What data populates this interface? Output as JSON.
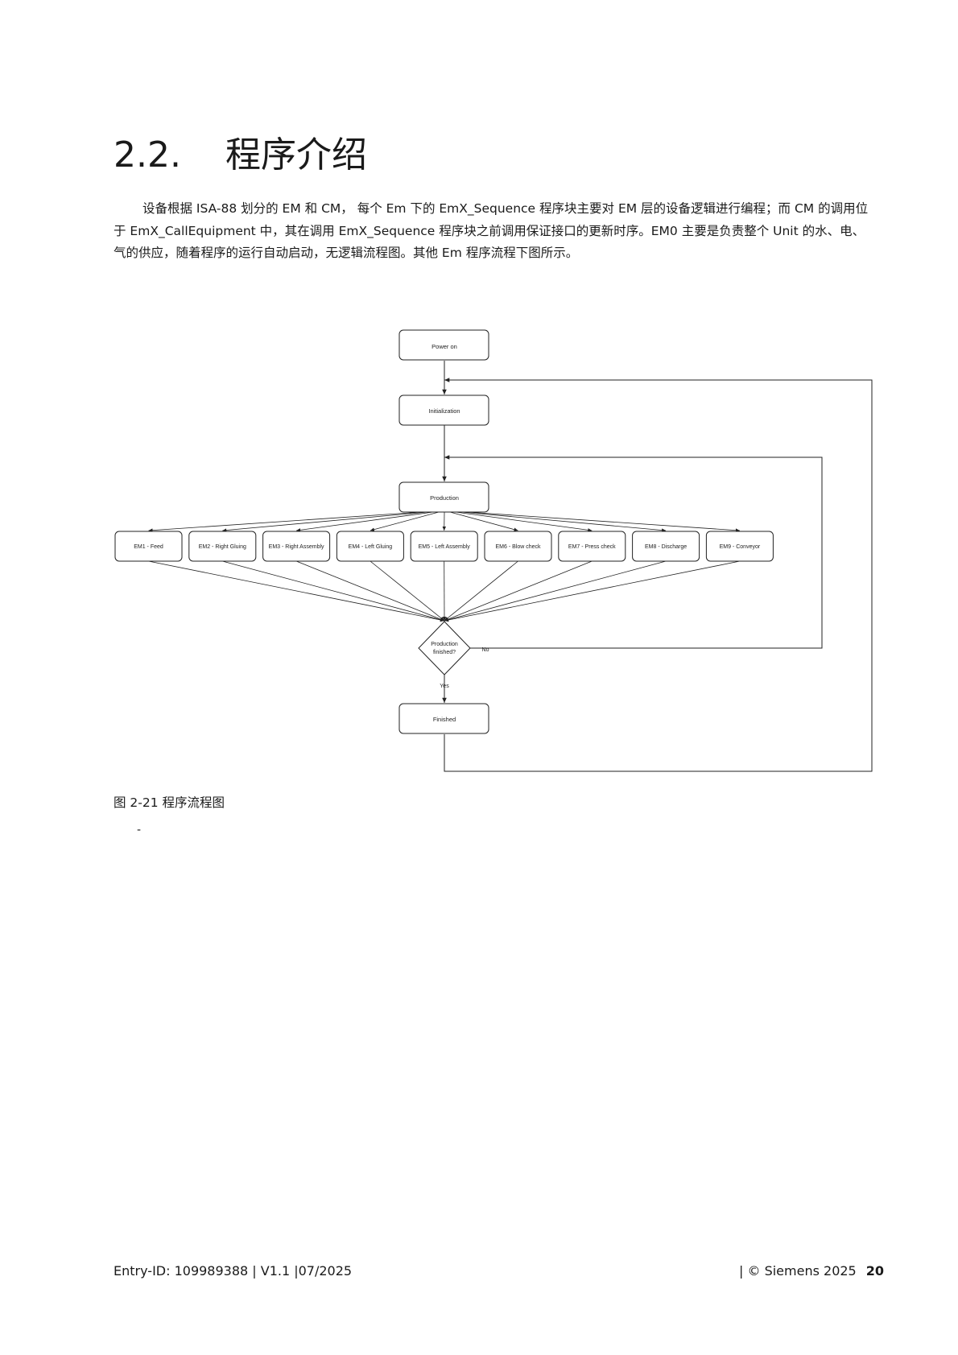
{
  "section": {
    "number": "2.2.",
    "title": "程序介绍"
  },
  "paragraph": "设备根据 ISA-88 划分的 EM 和 CM， 每个 Em 下的 EmX_Sequence 程序块主要对 EM 层的设备逻辑进行编程；而 CM 的调用位于 EmX_CallEquipment 中，其在调用 EmX_Sequence 程序块之前调用保证接口的更新时序。EM0 主要是负责整个 Unit 的水、电、气的供应，随着程序的运行自动启动，无逻辑流程图。其他 Em 程序流程下图所示。",
  "flowchart": {
    "power_on": "Power on",
    "initialization": "Initialization",
    "production": "Production",
    "modules": [
      "EM1 - Feed",
      "EM2 - Right Gluing",
      "EM3 - Right Assembly",
      "EM4 - Left Gluing",
      "EM5 - Left Assembly",
      "EM6 - Blow check",
      "EM7 - Press check",
      "EM8 - Discharge",
      "EM9 - Conveyor"
    ],
    "decision": [
      "Production",
      "finished?"
    ],
    "no_label": "No",
    "yes_label": "Yes",
    "finished": "Finished"
  },
  "caption": "图 2-21 程序流程图",
  "dash": "-",
  "footer": {
    "left": "Entry-ID: 109989388 | V1.1 |07/2025",
    "right": "| © Siemens 2025",
    "page": "20"
  }
}
